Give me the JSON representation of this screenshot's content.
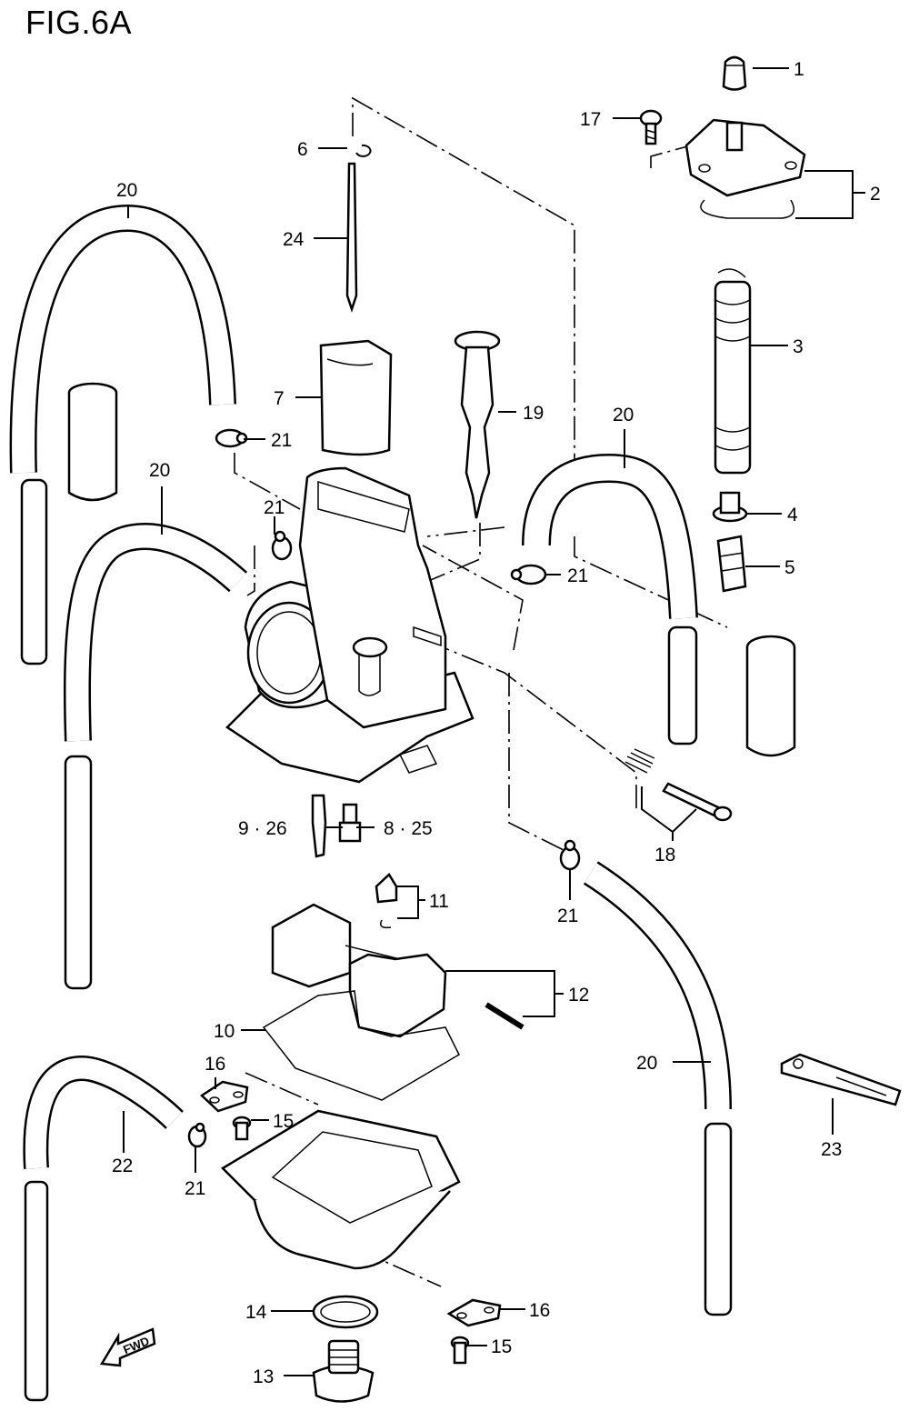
{
  "figure": {
    "title": "FIG.6A"
  },
  "callouts": {
    "c1": "1",
    "c2": "2",
    "c3": "3",
    "c4": "4",
    "c5": "5",
    "c6": "6",
    "c7": "7",
    "c8_25": "8 · 25",
    "c9_26": "9 · 26",
    "c10": "10",
    "c11": "11",
    "c12": "12",
    "c13": "13",
    "c14": "14",
    "c15a": "15",
    "c15b": "15",
    "c16a": "16",
    "c16b": "16",
    "c17": "17",
    "c18": "18",
    "c19": "19",
    "c20a": "20",
    "c20b": "20",
    "c20c": "20",
    "c20d": "20",
    "c21a": "21",
    "c21b": "21",
    "c21c": "21",
    "c21d": "21",
    "c21e": "21",
    "c22": "22",
    "c23": "23",
    "c24": "24"
  },
  "fwd_label": "FWD"
}
